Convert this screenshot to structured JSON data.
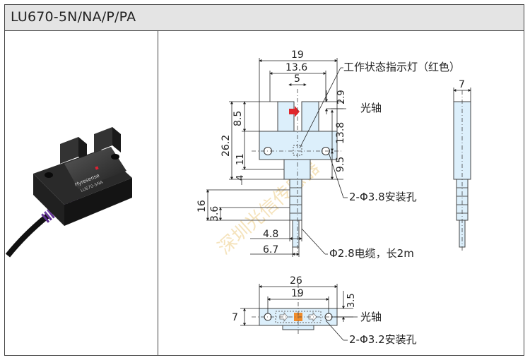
{
  "title": "LU670-5N/NA/P/PA",
  "photo": {
    "brand_text": "Hyresense",
    "model_text": "LU670-5NA"
  },
  "drawing": {
    "front": {
      "dim_width": "19",
      "dim_slot_outer": "13.6",
      "dim_slot": "5",
      "dim_lamp_offset": "2.9",
      "dim_slot_depth": "8.5",
      "dim_total_height": "26.2",
      "dim_body": "11",
      "dim_hole_lower": "4",
      "dim_axis_to_hole": "13.8",
      "dim_hole_to_bottom": "9.5",
      "dim_cable_len": "16",
      "dim_cable_lower": "3.6",
      "dim_cable_width": "4.8",
      "dim_cable_offset": "6.7",
      "label_indicator": "工作状态指示灯（红色）",
      "label_axis": "光轴",
      "label_holes": "2-Φ3.8安装孔",
      "label_cable": "Φ2.8电缆，长2m"
    },
    "side": {
      "dim_thickness": "7"
    },
    "bottom": {
      "dim_total": "26",
      "dim_holes": "19",
      "dim_edge": "3.5",
      "dim_height": "7",
      "label_axis": "光轴",
      "label_holes": "2-Φ3.2安装孔"
    },
    "watermark": "深圳光信传感器"
  }
}
